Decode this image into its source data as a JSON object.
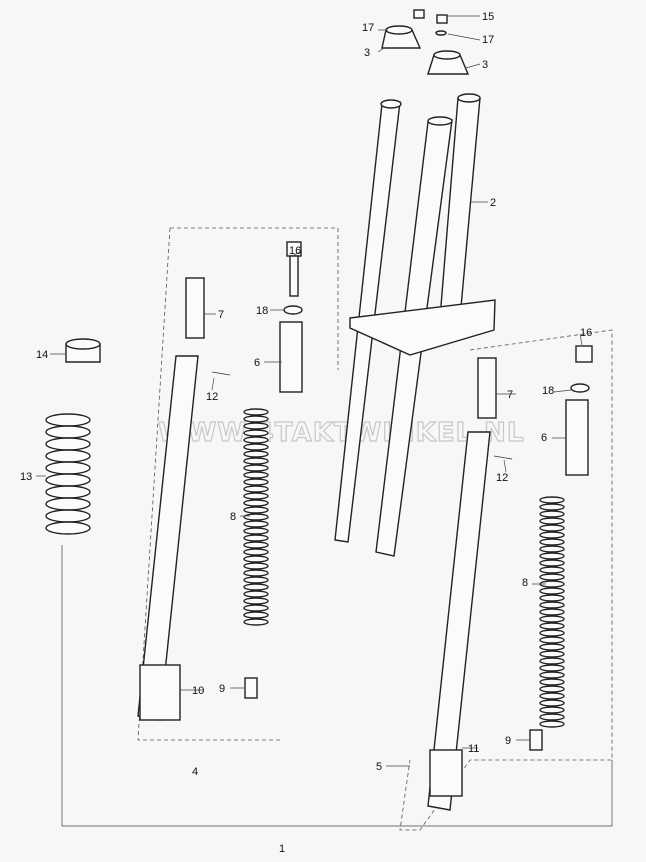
{
  "watermark": "WWW.4TAKTWINKEL.NL",
  "labels": {
    "l17a": "17",
    "l15": "15",
    "l3a": "3",
    "l17b": "17",
    "l3b": "3",
    "l2": "2",
    "l16a": "16",
    "l7a": "7",
    "l18a": "18",
    "l6a": "6",
    "l14": "14",
    "l12a": "12",
    "l13": "13",
    "l8a": "8",
    "l9a": "9",
    "l10": "10",
    "l4": "4",
    "l16b": "16",
    "l18b": "18",
    "l7b": "7",
    "l6b": "6",
    "l12b": "12",
    "l8b": "8",
    "l9b": "9",
    "l11": "11",
    "l5": "5",
    "l1": "1"
  }
}
